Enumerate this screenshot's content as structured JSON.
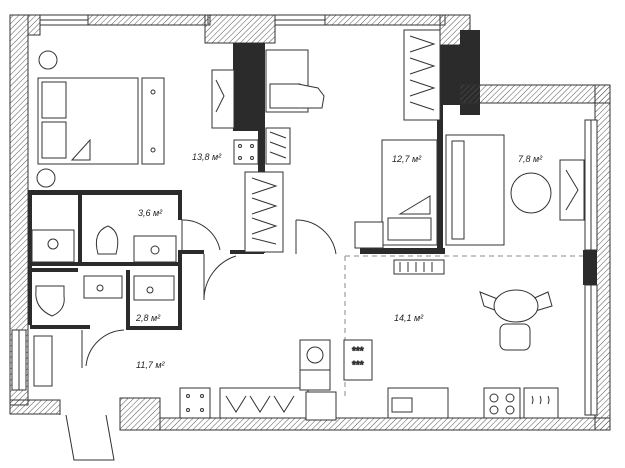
{
  "rooms": {
    "bedroom_1": {
      "area": "13,8 м²"
    },
    "bathroom_1": {
      "area": "3,6 м²"
    },
    "bathroom_2": {
      "area": "2,8 м²"
    },
    "hall": {
      "area": "11,7 м²"
    },
    "bedroom_2": {
      "area": "12,7 м²"
    },
    "living_room": {
      "area": "7,8 м²"
    },
    "kitchen_living": {
      "area": "14,1 м²"
    }
  },
  "colors": {
    "wall": "#2b2b2b",
    "line": "#333333",
    "hatch": "#555555",
    "dash": "#8a8a8a"
  }
}
